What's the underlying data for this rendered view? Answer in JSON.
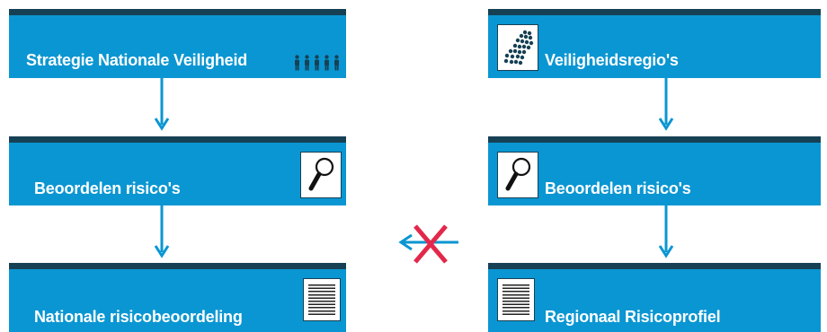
{
  "left_column": {
    "box1": {
      "label": "Strategie Nationale Veiligheid",
      "icon": "people-icon"
    },
    "box2": {
      "label": "Beoordelen risico's",
      "icon": "magnifier-icon"
    },
    "box3": {
      "label": "Nationale risicobeoordeling",
      "icon": "document-icon"
    }
  },
  "right_column": {
    "box1": {
      "label": "Veiligheidsregio's",
      "icon": "netherlands-map-icon"
    },
    "box2": {
      "label": "Beoordelen risico's",
      "icon": "magnifier-icon"
    },
    "box3": {
      "label": "Regionaal Risicoprofiel",
      "icon": "document-icon"
    }
  },
  "connector": {
    "icon": "blocked-arrow-icon"
  },
  "colors": {
    "box_fill": "#0a96d2",
    "box_top_bar": "#164154",
    "arrow": "#0a96d2",
    "cross": "#e2284a"
  }
}
